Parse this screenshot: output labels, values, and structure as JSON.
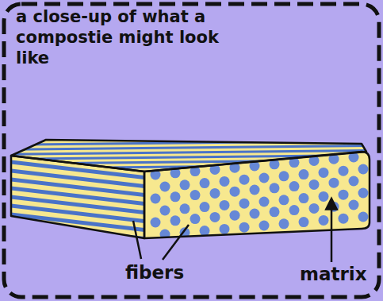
{
  "diagram": {
    "title": "a close-up of what a compostie might look like",
    "labels": [
      "fibers",
      "matrix"
    ]
  }
}
